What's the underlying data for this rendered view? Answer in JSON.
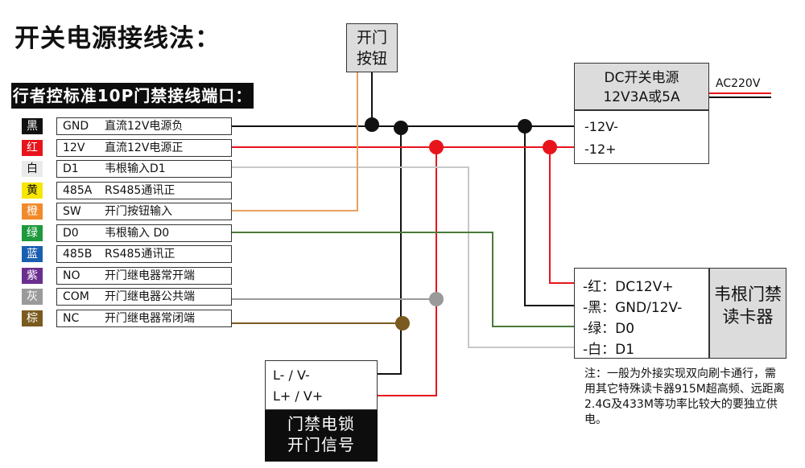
{
  "title": "开关电源接线法：",
  "terminal_header": "行者控标准10P门禁接线端口：",
  "terminals": [
    {
      "color_name": "黑",
      "code": "GND",
      "desc": "直流12V电源负",
      "swatch": "#111111",
      "text": "#ffffff"
    },
    {
      "color_name": "红",
      "code": "12V",
      "desc": "直流12V电源正",
      "swatch": "#e8141c",
      "text": "#ffffff"
    },
    {
      "color_name": "白",
      "code": "D1",
      "desc": "韦根输入D1",
      "swatch": "#eaeaea",
      "text": "#111111"
    },
    {
      "color_name": "黄",
      "code": "485A",
      "desc": "RS485通讯正",
      "swatch": "#f7e600",
      "text": "#111111"
    },
    {
      "color_name": "橙",
      "code": "SW",
      "desc": "开门按钮输入",
      "swatch": "#f28a2a",
      "text": "#ffffff"
    },
    {
      "color_name": "绿",
      "code": "D0",
      "desc": "韦根输入 D0",
      "swatch": "#1e9a3c",
      "text": "#ffffff"
    },
    {
      "color_name": "蓝",
      "code": "485B",
      "desc": "RS485通讯正",
      "swatch": "#1a5fb0",
      "text": "#ffffff"
    },
    {
      "color_name": "紫",
      "code": "NO",
      "desc": "开门继电器常开端",
      "swatch": "#6a2e8f",
      "text": "#ffffff"
    },
    {
      "color_name": "灰",
      "code": "COM",
      "desc": "开门继电器公共端",
      "swatch": "#9a9a9a",
      "text": "#ffffff"
    },
    {
      "color_name": "棕",
      "code": "NC",
      "desc": "开门继电器常闭端",
      "swatch": "#7a5a1e",
      "text": "#ffffff"
    }
  ],
  "exit_button": {
    "line1": "开门",
    "line2": "按钮"
  },
  "power_supply": {
    "line1": "DC开关电源",
    "line2": "12V3A或5A",
    "neg": "-12V-",
    "pos": "-12+",
    "ac": "AC220V"
  },
  "reader": {
    "pins": [
      "-红：DC12V+",
      "-黑：GND/12V-",
      "-绿：D0",
      "-白：D1"
    ],
    "name": "韦根门禁读卡器"
  },
  "note": "注：一般为外接实现双向刷卡通行，需用其它特殊读卡器915M超高频、远距离2.4G及433M等功率比较大的要独立供电。",
  "lock": {
    "neg": "L- / V-",
    "pos": "L+ / V+",
    "line1": "门禁电锁",
    "line2": "开门信号"
  },
  "colors": {
    "black_wire": "#111111",
    "red_wire": "#e8141c",
    "white_wire": "#c8c8c8",
    "orange_wire": "#e8a060",
    "green_wire": "#4a7a3a",
    "gray_wire": "#9a9a9a",
    "brown_wire": "#7a5a1e"
  }
}
